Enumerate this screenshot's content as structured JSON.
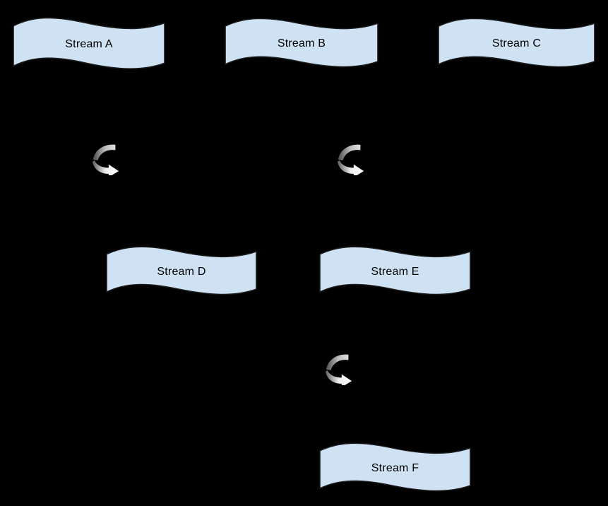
{
  "diagram": {
    "description": "Black-background flow diagram of event streams connected by transform (loop-arrow) steps",
    "colors": {
      "background": "#000000",
      "node_fill": "#cfe2f3",
      "node_stroke": "#1a1a1a",
      "node_text": "#000000",
      "loop_arc_top": "#c9c9c9",
      "loop_arc_bottom": "#ffffff"
    },
    "nodes": [
      {
        "id": "stream-a",
        "label": "Stream A",
        "shape": "wave"
      },
      {
        "id": "stream-b",
        "label": "Stream B",
        "shape": "wave"
      },
      {
        "id": "stream-c",
        "label": "Stream C",
        "shape": "wave"
      },
      {
        "id": "stream-d",
        "label": "Stream D",
        "shape": "wave"
      },
      {
        "id": "stream-e",
        "label": "Stream E",
        "shape": "wave"
      },
      {
        "id": "stream-f",
        "label": "Stream F",
        "shape": "wave"
      }
    ],
    "icons": [
      {
        "id": "loop-1",
        "name": "loop-arrow-icon"
      },
      {
        "id": "loop-2",
        "name": "loop-arrow-icon"
      },
      {
        "id": "loop-3",
        "name": "loop-arrow-icon"
      }
    ]
  }
}
